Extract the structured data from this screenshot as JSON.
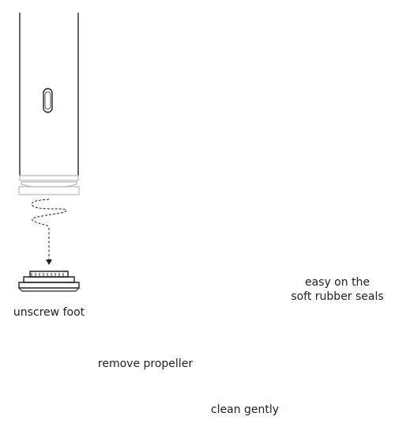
{
  "steps": [
    {
      "label": "unscrew foot"
    },
    {
      "label": "remove propeller"
    },
    {
      "label": "clean gently"
    },
    {
      "label_line1": "easy on the",
      "label_line2": "soft rubber seals"
    }
  ],
  "colors": {
    "stroke": "#222222",
    "light_stroke": "#b8b8b8",
    "background": "#ffffff"
  },
  "icons": [
    "handle-slot-icon",
    "foot-icon",
    "propeller-icon",
    "brush-icon",
    "warning-icon",
    "swirl-arrow-icon"
  ]
}
